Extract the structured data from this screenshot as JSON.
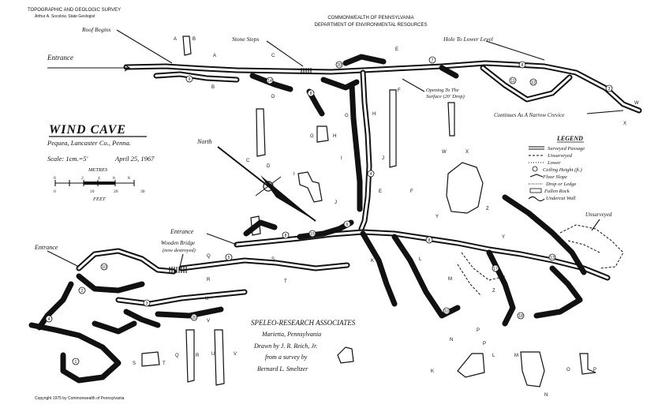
{
  "header": {
    "agency_line1": "TOPOGRAPHIC AND GEOLOGIC SURVEY",
    "agency_line2": "Arthur A. Socolow, State Geologist",
    "commonwealth": "COMMONWEALTH OF PENNSYLVANIA",
    "department": "DEPARTMENT OF ENVIRONMENTAL RESOURCES"
  },
  "title": {
    "name": "WIND CAVE",
    "location": "Pequea, Lancaster Co., Penna.",
    "scale": "Scale: 1cm.=5'",
    "date": "April 25, 1967"
  },
  "scale_bar": {
    "metres_label": "METRES",
    "metres_ticks": [
      "0",
      "2",
      "4",
      "6",
      "8"
    ],
    "feet_label": "FEET",
    "feet_ticks": [
      "0",
      "10",
      "20",
      "30"
    ]
  },
  "north_label": "North",
  "annotations": {
    "roof_begins": "Roof Begins",
    "stone_steps": "Stone Steps",
    "hole_lower_level": "Hole To Lower Level",
    "entrance_top": "Entrance",
    "entrance_middle": "Entrance",
    "entrance_left": "Entrance",
    "opening_line1": "Opening To The",
    "opening_line2": "Surface (20' Drop)",
    "continues": "Continues As A Narrow Crevice",
    "wooden_bridge_line1": "Wooden Bridge",
    "wooden_bridge_line2": "(now destroyed)",
    "unsurveyed": "Unsurveyed"
  },
  "legend": {
    "title": "LEGEND",
    "items": [
      "Surveyed Passage",
      "Unsurveyed",
      "Lower",
      "Ceiling Height (ft.)",
      "Floor Slope",
      "Drop or Ledge",
      "Fallen Rock",
      "Undercut Wall"
    ]
  },
  "credits": {
    "line1": "SPELEO-RESEARCH ASSOCIATES",
    "line2": "Marietta, Pennsylvania",
    "line3": "Drawn by J. R. Reich, Jr.",
    "line4": "from a survey by",
    "line5": "Bernard L. Smeltzer"
  },
  "copyright": "Copyright 1975 by Commonwealth of Pennsylvania",
  "section_letters": [
    "A",
    "B",
    "C",
    "D",
    "E",
    "F",
    "G",
    "H",
    "I",
    "J",
    "K",
    "L",
    "M",
    "N",
    "O",
    "P",
    "Q",
    "R",
    "S",
    "T",
    "U",
    "V",
    "W",
    "X",
    "Y",
    "Z"
  ],
  "ceiling_heights": [
    "9",
    "3",
    "8",
    "5",
    "10",
    "7",
    "6",
    "4",
    "2",
    "1",
    "15",
    "14",
    "12",
    "17",
    "13",
    "11",
    "20",
    "18"
  ]
}
